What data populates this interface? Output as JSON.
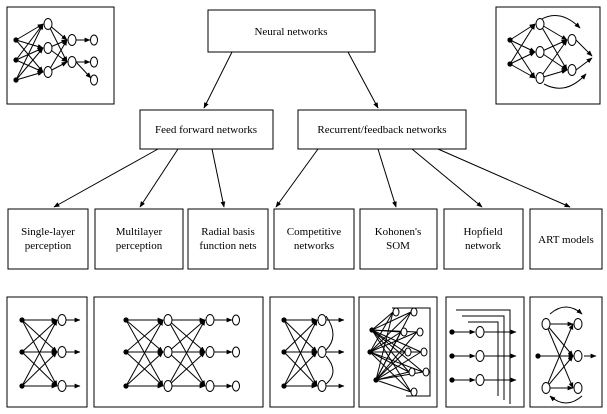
{
  "diagram": {
    "root": "Neural networks",
    "branches": {
      "feedforward": "Feed forward networks",
      "recurrent": "Recurrent/feedback networks"
    },
    "leaves": {
      "single_layer": [
        "Single-layer",
        "perception"
      ],
      "multilayer": [
        "Multilayer",
        "perception"
      ],
      "rbf": [
        "Radial basis",
        "function nets"
      ],
      "competitive": [
        "Competitive",
        "networks"
      ],
      "kohonen": [
        "Kohonen's",
        "SOM"
      ],
      "hopfield": [
        "Hopfield",
        "network"
      ],
      "art": [
        "ART models"
      ]
    },
    "colors": {
      "line": "#000000",
      "background": "#ffffff"
    },
    "icons": [
      "feedforward-network-icon",
      "recurrent-network-icon",
      "single-layer-icon",
      "multilayer-icon",
      "rbf-icon",
      "competitive-icon",
      "kohonen-som-icon",
      "hopfield-icon",
      "art-icon"
    ]
  }
}
